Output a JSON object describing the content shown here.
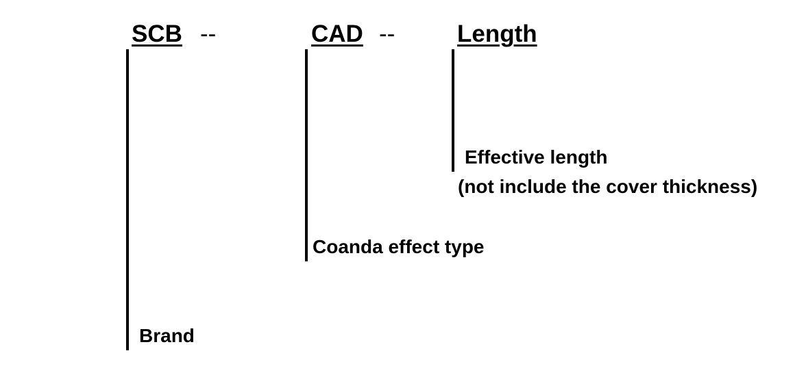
{
  "codes": [
    {
      "code": "SCB",
      "separator": "--",
      "description": "Brand"
    },
    {
      "code": "CAD",
      "separator": "--",
      "description": "Coanda effect type"
    },
    {
      "code": "Length",
      "separator": "",
      "description": "Effective length",
      "note": "(not include the cover thickness)"
    }
  ],
  "colors": {
    "ink": "#000000",
    "background": "#ffffff"
  }
}
